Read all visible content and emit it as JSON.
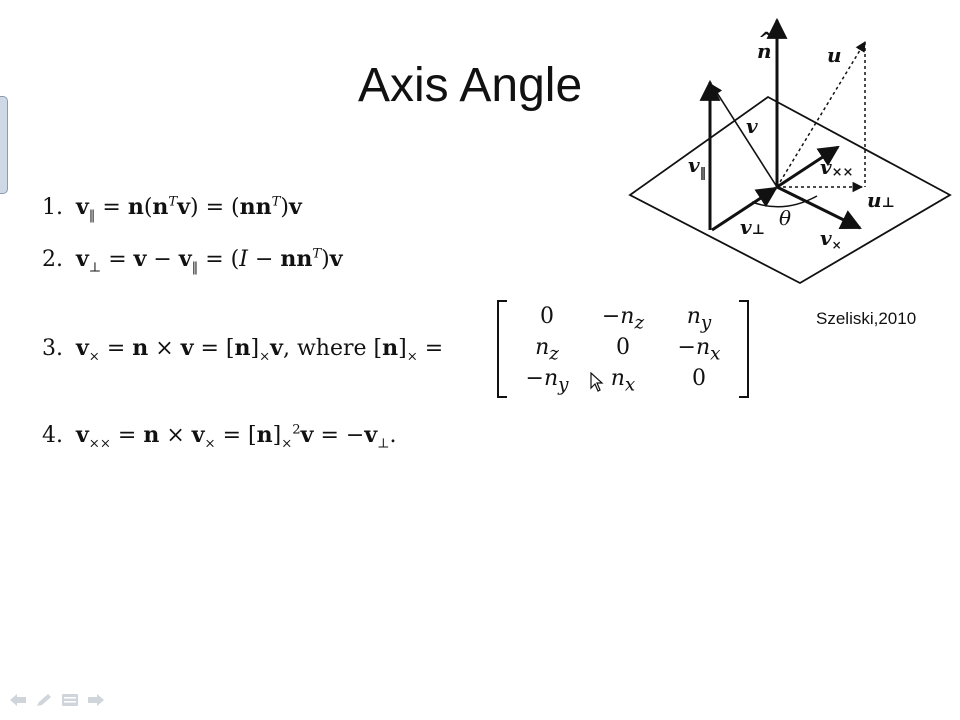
{
  "slide": {
    "title": "Axis Angle",
    "citation": "Szeliski,2010"
  },
  "equations": {
    "eq1": {
      "number": "1."
    },
    "eq2": {
      "number": "2."
    },
    "eq3": {
      "number": "3.",
      "where": "where"
    },
    "eq4": {
      "number": "4."
    }
  },
  "matrix": {
    "r1c1": "0",
    "r1c2": "−n",
    "r1c2_sub": "z",
    "r1c3": "n",
    "r1c3_sub": "y",
    "r2c1": "n",
    "r2c1_sub": "z",
    "r2c2": "0",
    "r2c3": "−n",
    "r2c3_sub": "x",
    "r3c1": "−n",
    "r3c1_sub": "y",
    "r3c2": "n",
    "r3c2_sub": "x",
    "r3c3": "0"
  },
  "figure": {
    "n_hat": "n",
    "u": "u",
    "v": "v",
    "v_par": "v",
    "v_xx": "v",
    "u_perp": "u",
    "v_perp": "v",
    "theta": "θ",
    "v_x": "v"
  },
  "controls": [
    {
      "icon": "previous-arrow-icon"
    },
    {
      "icon": "pen-icon"
    },
    {
      "icon": "menu-icon"
    },
    {
      "icon": "next-arrow-icon"
    }
  ]
}
